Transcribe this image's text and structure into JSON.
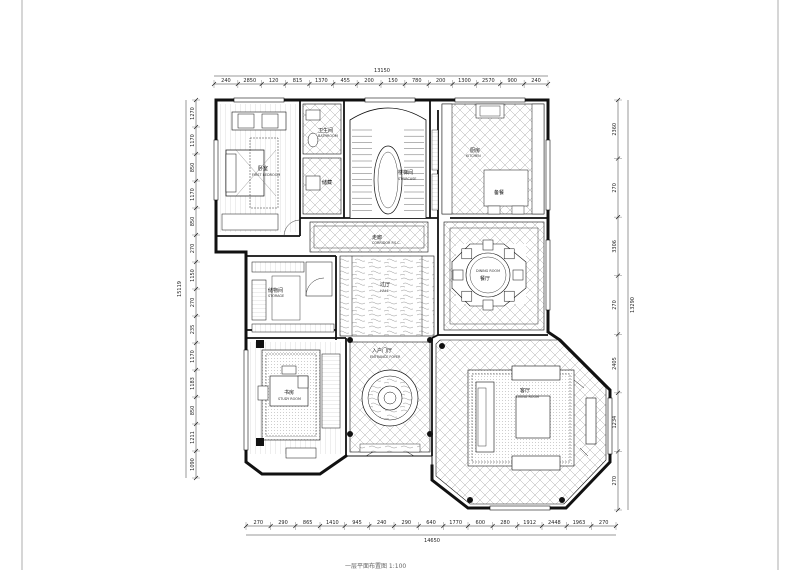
{
  "drawing": {
    "top_total": "13150",
    "top_segments": [
      "240",
      "2850",
      "120",
      "815",
      "1370",
      "455",
      "200",
      "150",
      "780",
      "200",
      "1300",
      "2570",
      "900",
      "240"
    ],
    "bottom_total": "14650",
    "bottom_segments": [
      "270",
      "290",
      "865",
      "1410",
      "945",
      "240",
      "290",
      "640",
      "1770",
      "600",
      "280",
      "1912",
      "2448",
      "1963",
      "270"
    ],
    "left_total": "15119",
    "left_segments": [
      "1270",
      "1170",
      "850",
      "1170",
      "850",
      "270",
      "1150",
      "270",
      "235",
      "1170",
      "1183",
      "850",
      "1211",
      "1090"
    ],
    "right_total": "13290",
    "right_segments": [
      "2360",
      "270",
      "3306",
      "270",
      "2405",
      "1234",
      "270"
    ],
    "title_block": "一层平面布置图 1:100"
  },
  "rooms": {
    "bedroom": {
      "name": "卧室",
      "sub": "FIRST BEDROOM"
    },
    "bath": {
      "name": "卫生间",
      "sub": "BATHROOM"
    },
    "pantry": {
      "name": "储藏",
      "sub": ""
    },
    "stair": {
      "name": "楼梯间",
      "sub": "STAIRCASE"
    },
    "corridor": {
      "name": "走廊",
      "sub": "CORRIDOR  P.S.C."
    },
    "kitchen": {
      "name": "厨房",
      "sub": "KITCHEN"
    },
    "scullery": {
      "name": "备餐",
      "sub": ""
    },
    "dining": {
      "name": "餐厅",
      "sub": "DINING ROOM"
    },
    "storage": {
      "name": "储物间",
      "sub": "STORAGE"
    },
    "hall": {
      "name": "过厅",
      "sub": "HALL"
    },
    "study": {
      "name": "书房",
      "sub": "STUDY ROOM"
    },
    "foyer": {
      "name": "入户门厅",
      "sub": "ENTRANCE FOYER"
    },
    "living": {
      "name": "客厅",
      "sub": "LIVING ROOM"
    }
  }
}
